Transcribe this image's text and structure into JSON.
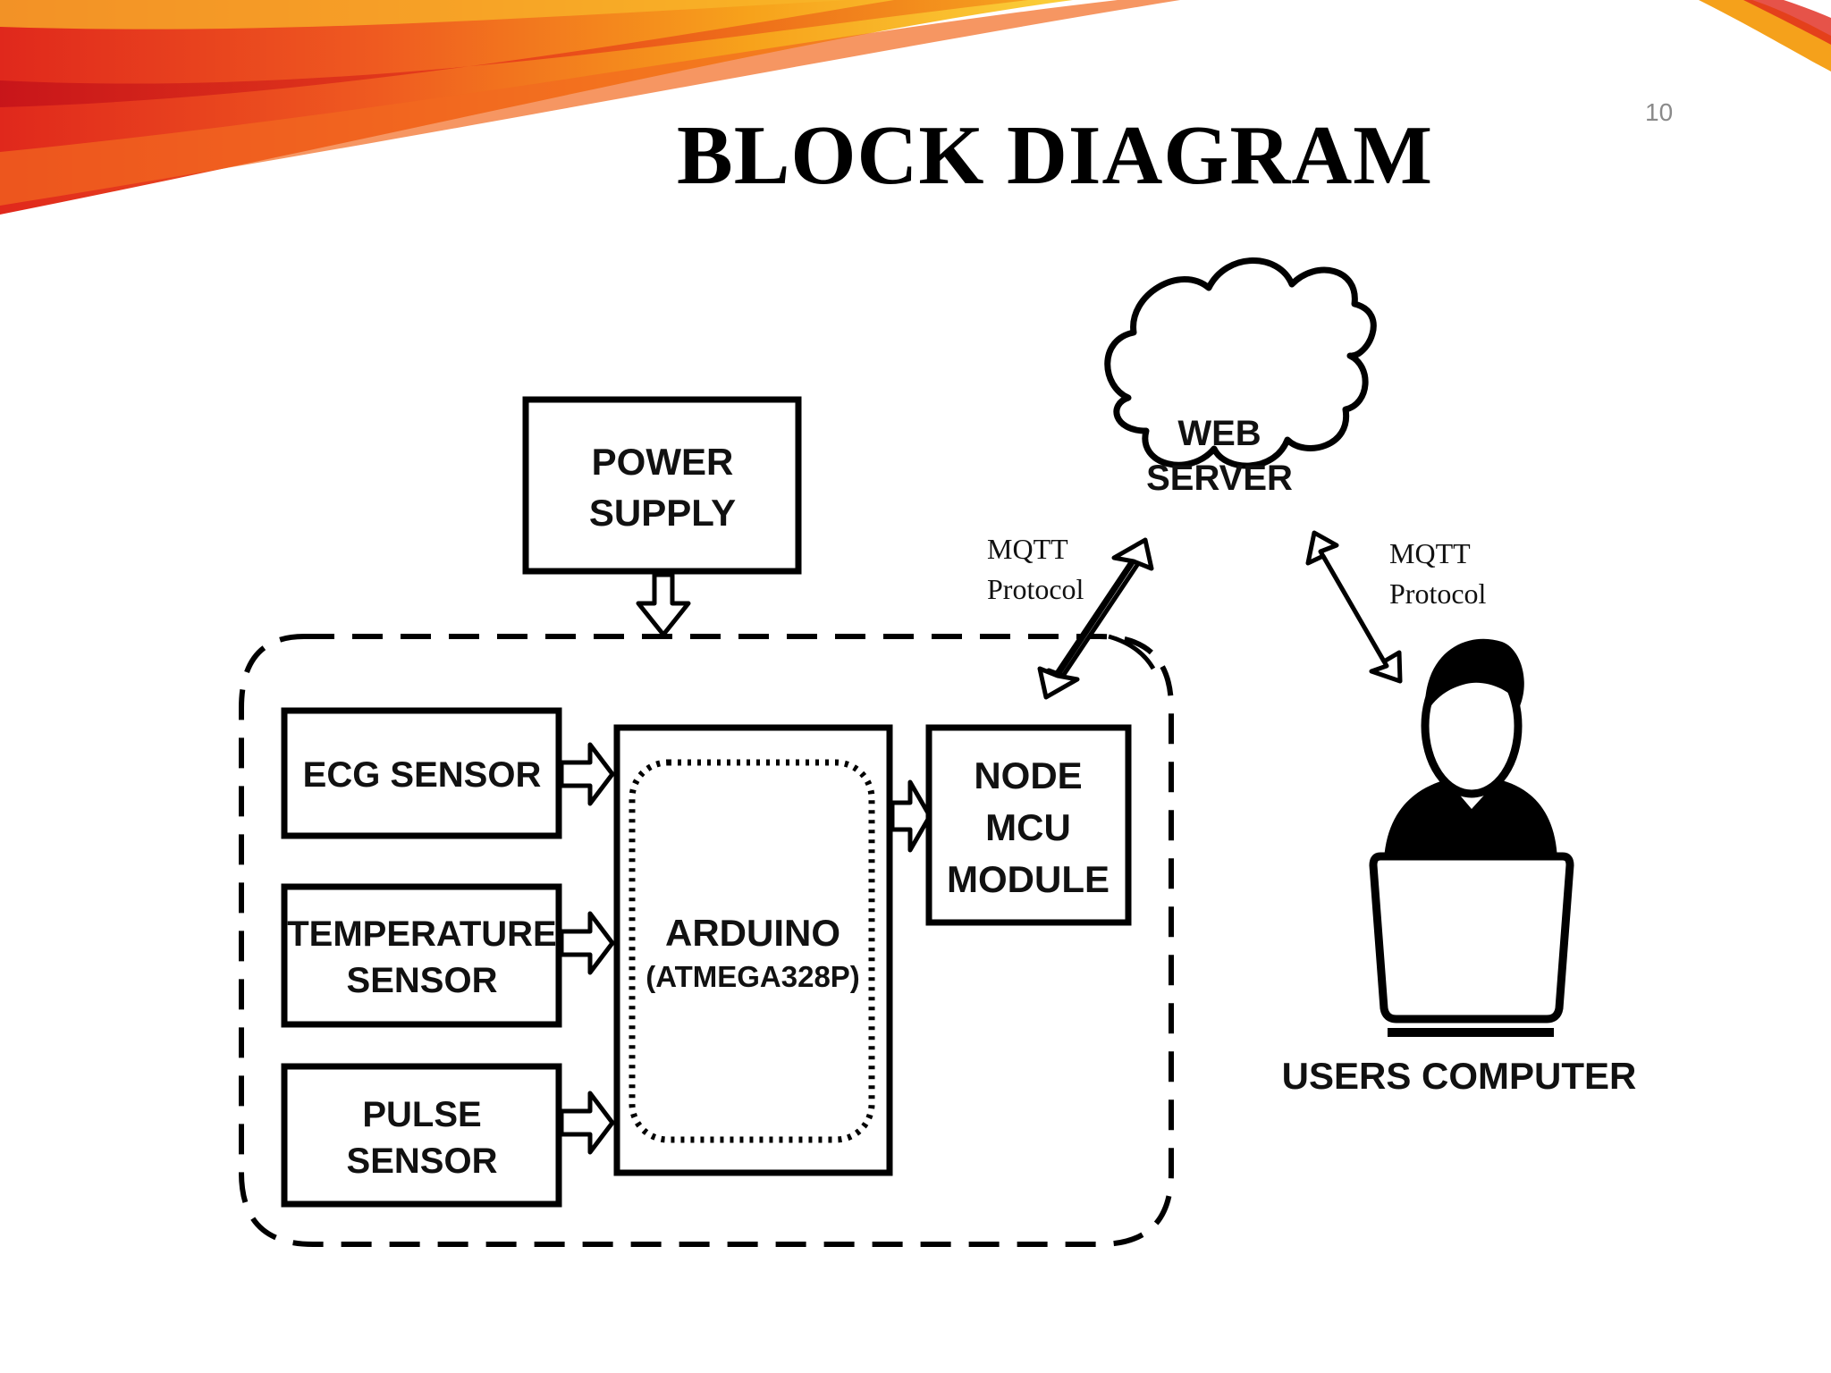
{
  "slide": {
    "title": "BLOCK DIAGRAM",
    "number": "10",
    "banner_colors": [
      "#d9241c",
      "#f05a1e",
      "#f7a21b",
      "#fbd03a"
    ]
  },
  "diagram": {
    "nodes": {
      "power_supply": [
        "POWER",
        "SUPPLY"
      ],
      "ecg_sensor": [
        "ECG SENSOR"
      ],
      "temperature_sensor": [
        "TEMPERATURE",
        "SENSOR"
      ],
      "pulse_sensor": [
        "PULSE",
        "SENSOR"
      ],
      "arduino": {
        "name": "ARDUINO",
        "chip": "(ATMEGA328P)",
        "name_color": "#e31b1b"
      },
      "node_mcu": [
        "NODE",
        "MCU",
        "MODULE"
      ],
      "web_server": [
        "WEB",
        "SERVER"
      ],
      "users_computer": "USERS COMPUTER"
    },
    "links": {
      "left": [
        "MQTT",
        "Protocol"
      ],
      "right": [
        "MQTT",
        "Protocol"
      ]
    },
    "icons": [
      "cloud-icon",
      "user-with-laptop-icon",
      "block-arrow-icon",
      "double-arrow-icon"
    ]
  }
}
